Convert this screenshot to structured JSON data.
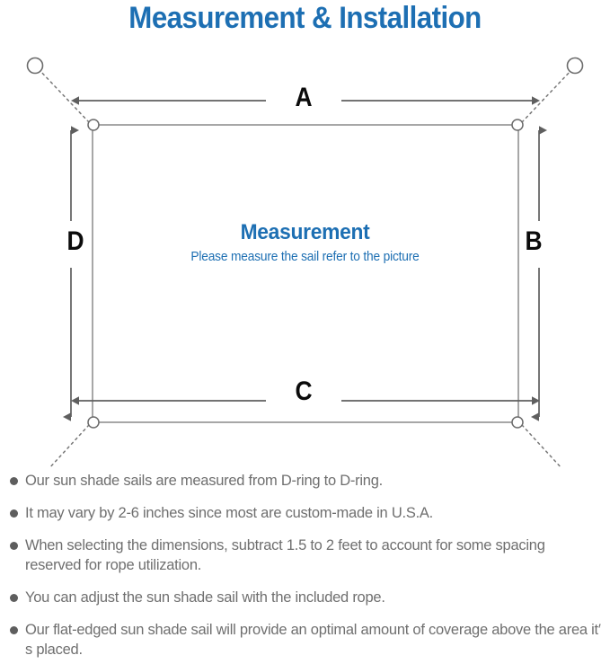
{
  "page": {
    "title": "Measurement & Installation",
    "title_color": "#1d6fb3",
    "background": "#ffffff",
    "body_text_color": "#6f6f6f",
    "diagram_line_color": "#6b6b6b"
  },
  "diagram": {
    "name": "sun-shade-sail-measurement-diagram",
    "sail_label": "Measurement",
    "sail_sublabel": "Please measure the sail refer to the picture",
    "dimension_labels": {
      "top": "A",
      "right": "B",
      "bottom": "C",
      "left": "D"
    },
    "corner_hardware": "d-ring",
    "anchor_count": 4,
    "rope_style": "dotted"
  },
  "notes": {
    "bullet_color": "#5e5e5e",
    "items": [
      "Our sun shade sails are measured from D-ring to D-ring.",
      "It may vary by 2-6 inches since most are custom-made in U.S.A.",
      "When selecting the dimensions, subtract 1.5 to 2 feet to account for some spacing reserved for rope utilization.",
      "You can adjust the sun shade sail with the included rope.",
      "Our flat-edged sun shade sail will provide an optimal amount of coverage above the area it′ s placed."
    ]
  }
}
